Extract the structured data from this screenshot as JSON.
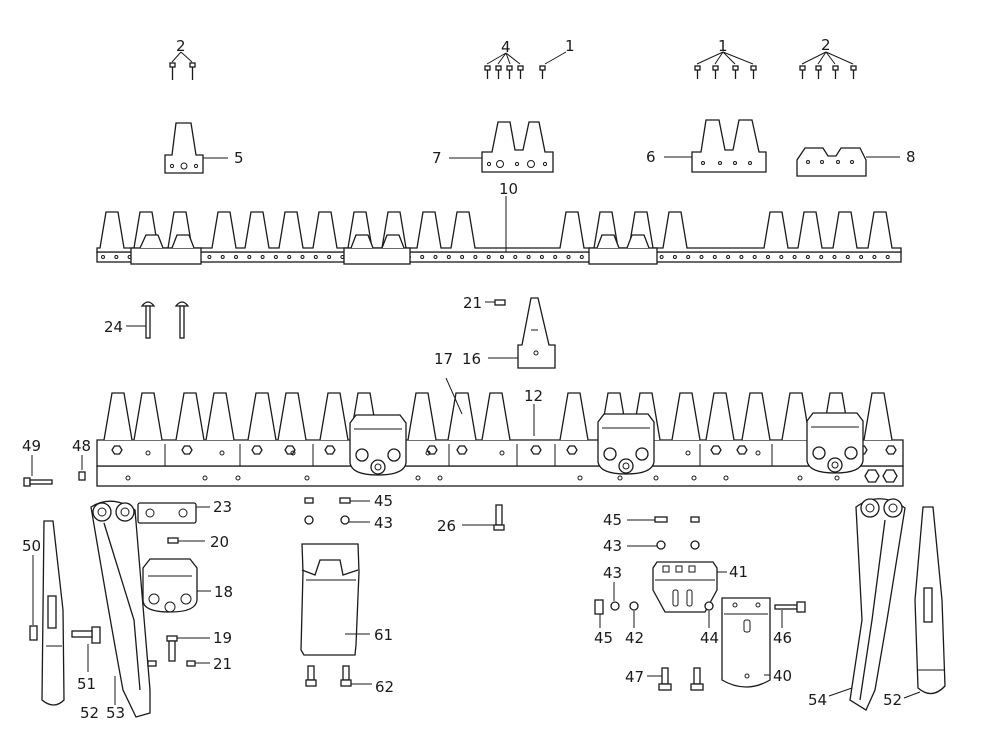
{
  "callouts": [
    {
      "id": "c2a",
      "text": "2"
    },
    {
      "id": "c4",
      "text": "4"
    },
    {
      "id": "c1a",
      "text": "1"
    },
    {
      "id": "c1b",
      "text": "1"
    },
    {
      "id": "c2b",
      "text": "2"
    },
    {
      "id": "c5",
      "text": "5"
    },
    {
      "id": "c7",
      "text": "7"
    },
    {
      "id": "c6",
      "text": "6"
    },
    {
      "id": "c8",
      "text": "8"
    },
    {
      "id": "c10",
      "text": "10"
    },
    {
      "id": "c21a",
      "text": "21"
    },
    {
      "id": "c24",
      "text": "24"
    },
    {
      "id": "c17",
      "text": "17"
    },
    {
      "id": "c16",
      "text": "16"
    },
    {
      "id": "c12",
      "text": "12"
    },
    {
      "id": "c49",
      "text": "49"
    },
    {
      "id": "c48",
      "text": "48"
    },
    {
      "id": "c45a",
      "text": "45"
    },
    {
      "id": "c43a",
      "text": "43"
    },
    {
      "id": "c23",
      "text": "23"
    },
    {
      "id": "c26",
      "text": "26"
    },
    {
      "id": "c45b",
      "text": "45"
    },
    {
      "id": "c43b",
      "text": "43"
    },
    {
      "id": "c20",
      "text": "20"
    },
    {
      "id": "c50",
      "text": "50"
    },
    {
      "id": "c18",
      "text": "18"
    },
    {
      "id": "c41",
      "text": "41"
    },
    {
      "id": "c43c",
      "text": "43"
    },
    {
      "id": "c61",
      "text": "61"
    },
    {
      "id": "c19",
      "text": "19"
    },
    {
      "id": "c45c",
      "text": "45"
    },
    {
      "id": "c42",
      "text": "42"
    },
    {
      "id": "c44",
      "text": "44"
    },
    {
      "id": "c46",
      "text": "46"
    },
    {
      "id": "c21b",
      "text": "21"
    },
    {
      "id": "c47",
      "text": "47"
    },
    {
      "id": "c40",
      "text": "40"
    },
    {
      "id": "c51",
      "text": "51"
    },
    {
      "id": "c62",
      "text": "62"
    },
    {
      "id": "c52a",
      "text": "52"
    },
    {
      "id": "c53",
      "text": "53"
    },
    {
      "id": "c54",
      "text": "54"
    },
    {
      "id": "c52b",
      "text": "52"
    }
  ]
}
